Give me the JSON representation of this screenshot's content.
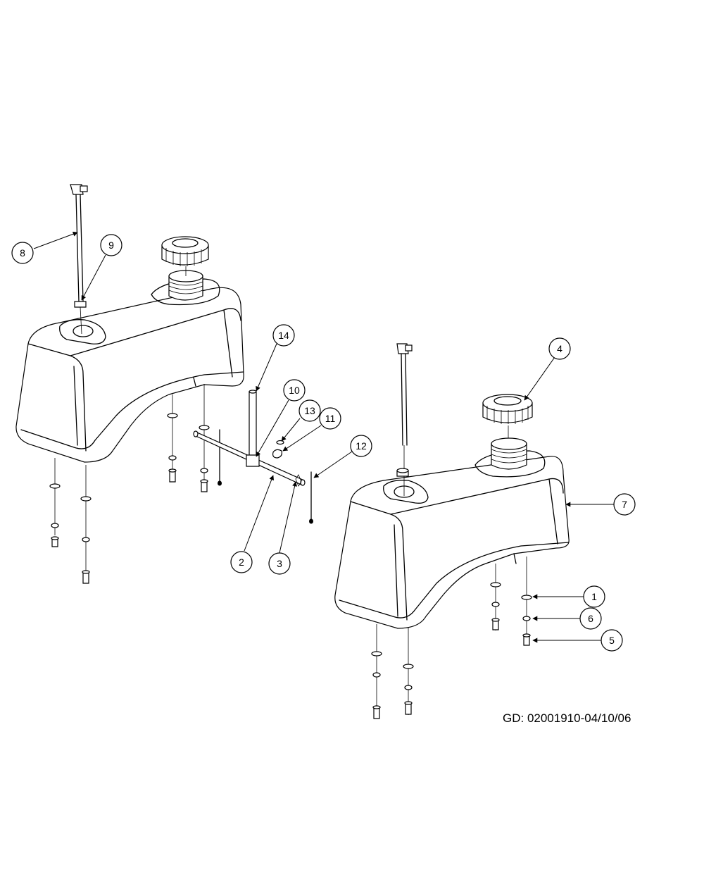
{
  "callouts": [
    {
      "label": "1"
    },
    {
      "label": "2"
    },
    {
      "label": "3"
    },
    {
      "label": "4"
    },
    {
      "label": "5"
    },
    {
      "label": "6"
    },
    {
      "label": "7"
    },
    {
      "label": "8"
    },
    {
      "label": "9"
    },
    {
      "label": "10"
    },
    {
      "label": "11"
    },
    {
      "label": "12"
    },
    {
      "label": "13"
    },
    {
      "label": "14"
    }
  ],
  "drawing_code": "GD: 02001910-04/10/06",
  "colors": {
    "line": "#000000",
    "background": "#ffffff"
  }
}
